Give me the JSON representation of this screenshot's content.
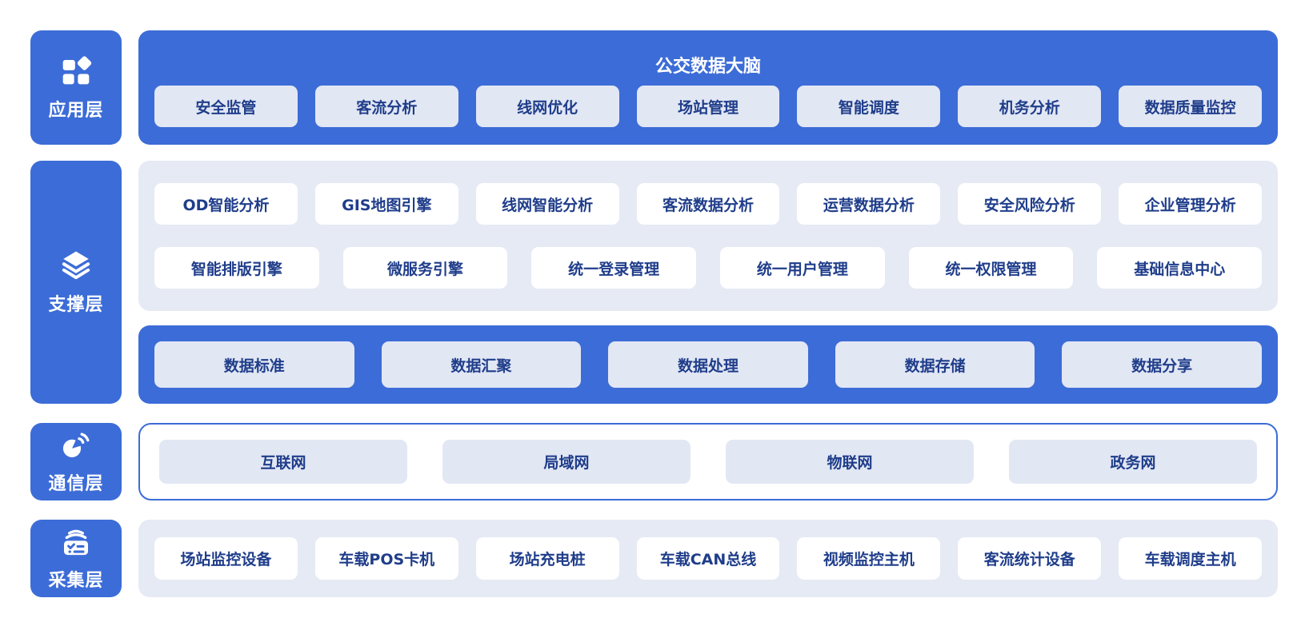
{
  "app_layer": {
    "label": "应用层",
    "icon": "app-grid-icon",
    "title": "公交数据大脑",
    "items": [
      "安全监管",
      "客流分析",
      "线网优化",
      "场站管理",
      "智能调度",
      "机务分析",
      "数据质量监控"
    ]
  },
  "support_layer": {
    "label": "支撑层",
    "icon": "layers-icon",
    "engine_row": [
      "OD智能分析",
      "GIS地图引擎",
      "线网智能分析",
      "客流数据分析",
      "运营数据分析",
      "安全风险分析",
      "企业管理分析"
    ],
    "platform_row": [
      "智能排版引擎",
      "微服务引擎",
      "统一登录管理",
      "统一用户管理",
      "统一权限管理",
      "基础信息中心"
    ],
    "data_bar": [
      "数据标准",
      "数据汇聚",
      "数据处理",
      "数据存储",
      "数据分享"
    ]
  },
  "comm_layer": {
    "label": "通信层",
    "icon": "satellite-icon",
    "items": [
      "互联网",
      "局域网",
      "物联网",
      "政务网"
    ]
  },
  "collect_layer": {
    "label": "采集层",
    "icon": "checklist-icon",
    "items": [
      "场站监控设备",
      "车载POS卡机",
      "场站充电桩",
      "车载CAN总线",
      "视频监控主机",
      "客流统计设备",
      "车载调度主机"
    ]
  },
  "colors": {
    "primary_blue": "#3C6CD7",
    "navy_text": "#1F3D8A",
    "light_chip": "#E2E7F4",
    "panel_bg": "#E6EAF4",
    "white": "#FFFFFF"
  }
}
